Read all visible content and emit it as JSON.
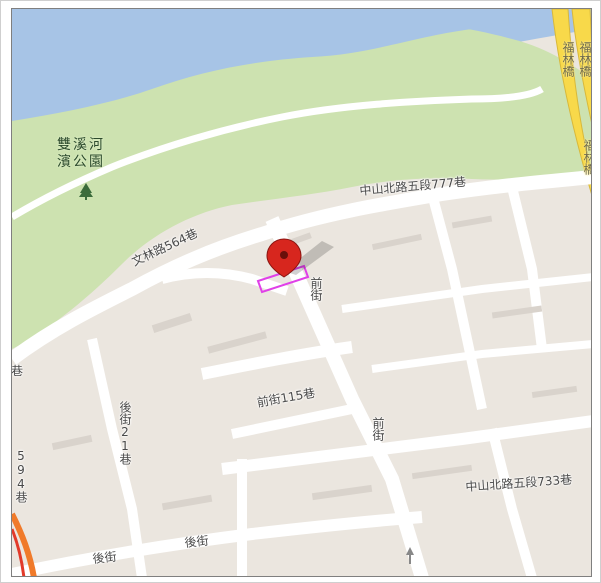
{
  "labels": {
    "park_line1": "雙溪河",
    "park_line2": "濱公園",
    "road_wenlin": "文林路564巷",
    "road_zhongshan_777": "中山北路五段777巷",
    "road_qianjie_1": "前街",
    "road_qianjie_2": "前街",
    "road_qianjie_115": "前街115巷",
    "road_houjie_21": "後街21巷",
    "road_houjie_1": "後街",
    "road_houjie_2": "後街",
    "road_zhongshan_733": "中山北路五段733巷",
    "road_594": "594巷",
    "road_edge": "巷",
    "bridge_1": "福林橋",
    "bridge_2": "福林橋",
    "bridge_3": "福林橋"
  },
  "colors": {
    "river": "#a7c4e6",
    "park": "#cde2b0",
    "block": "#ebe6df",
    "road": "#ffffff",
    "highway": "#f8d94a",
    "marker": "#d7261e",
    "highlight": "#e040e8",
    "arterial": "#f07a2a"
  },
  "icons": {
    "pin": "map-pin-icon",
    "park_poi": "tree-icon",
    "oneway": "arrow-up-icon"
  }
}
